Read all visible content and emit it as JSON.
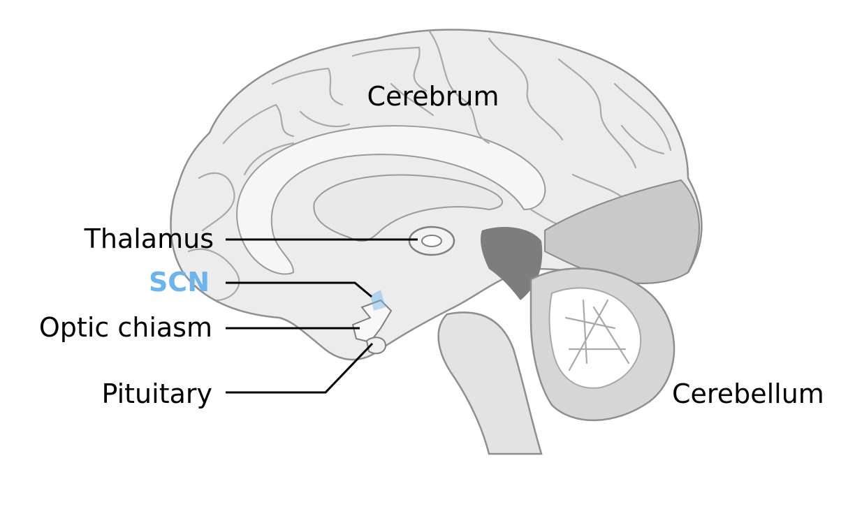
{
  "colors": {
    "background": "#ffffff",
    "brain_fill": "#eeeeee",
    "cortex_gray": "#dcdcdc",
    "cerebellum_cortex": "#bdbdbd",
    "ventricle_dark": "#7d7d7d",
    "label_text": "#000000",
    "scn_accent": "#6cb4ee"
  },
  "labels": {
    "cerebrum": "Cerebrum",
    "thalamus": "Thalamus",
    "scn": "SCN",
    "optic_chiasm": "Optic chiasm",
    "pituitary": "Pituitary",
    "cerebellum": "Cerebellum"
  }
}
